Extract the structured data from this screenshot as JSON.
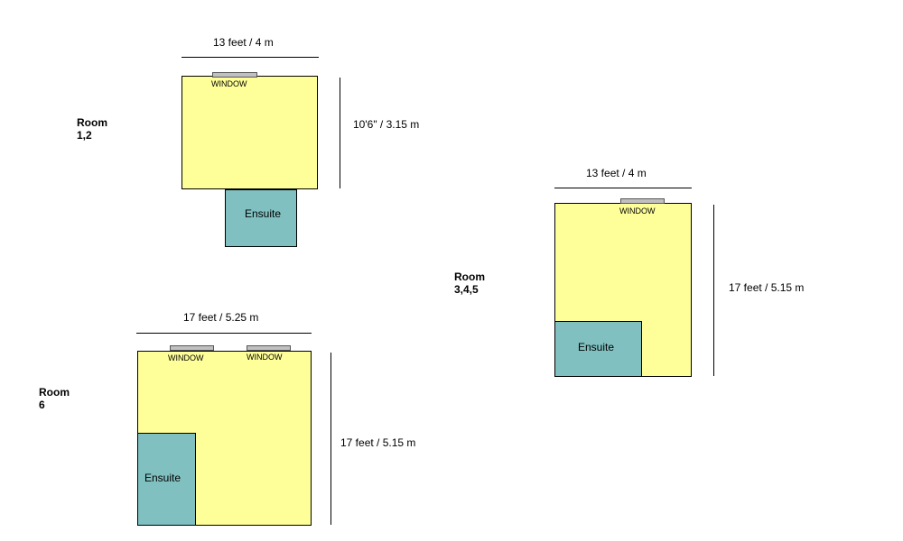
{
  "colors": {
    "room_fill": "#ffff99",
    "ensuite_fill": "#80c0c0",
    "window_fill": "#c0c0c0"
  },
  "room_a": {
    "label": "Room 1,2",
    "width_label": "13 feet / 4 m",
    "depth_label": "10'6\" / 3.15 m",
    "window_label": "WINDOW",
    "ensuite_label": "Ensuite"
  },
  "room_b": {
    "label": "Room 3,4,5",
    "width_label": "13 feet / 4 m",
    "depth_label": "17 feet / 5.15 m",
    "window_label": "WINDOW",
    "ensuite_label": "Ensuite"
  },
  "room_c": {
    "label": "Room 6",
    "width_label": "17 feet / 5.25 m",
    "depth_label": "17 feet / 5.15 m",
    "window_1_label": "WINDOW",
    "window_2_label": "WINDOW",
    "ensuite_label": "Ensuite"
  }
}
